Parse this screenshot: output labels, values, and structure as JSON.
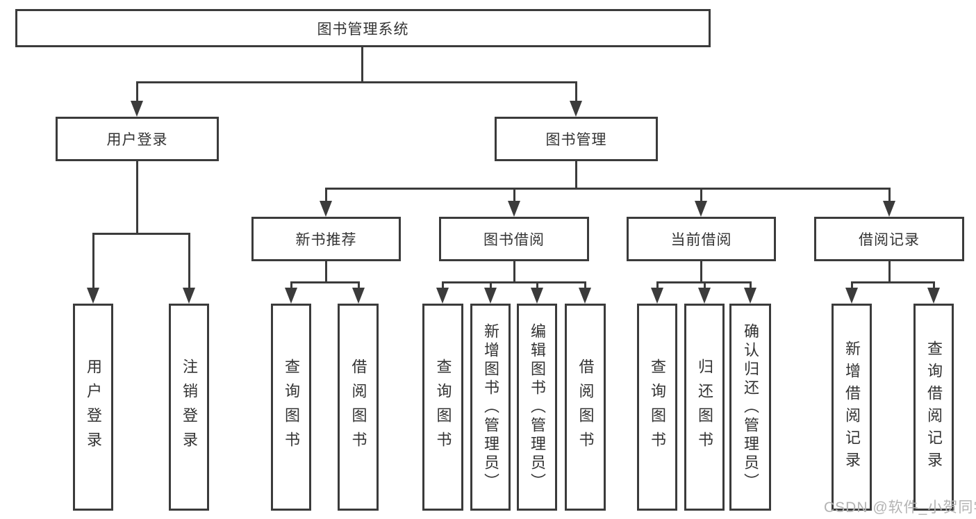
{
  "nodes": {
    "root": {
      "label": "图书管理系统"
    },
    "userLogin": {
      "label": "用户登录"
    },
    "bookMgmt": {
      "label": "图书管理"
    },
    "newBooks": {
      "label": "新书推荐"
    },
    "bookBorrow": {
      "label": "图书借阅"
    },
    "currentBorrow": {
      "label": "当前借阅"
    },
    "borrowRecords": {
      "label": "借阅记录"
    }
  },
  "leaves": [
    {
      "label": "用户登录"
    },
    {
      "label": "注销登录"
    },
    {
      "label": "查询图书"
    },
    {
      "label": "借阅图书"
    },
    {
      "label": "查询图书"
    },
    {
      "label": "新增图书（管理员）"
    },
    {
      "label": "编辑图书（管理员）"
    },
    {
      "label": "借阅图书"
    },
    {
      "label": "查询图书"
    },
    {
      "label": "归还图书"
    },
    {
      "label": "确认归还（管理员）"
    },
    {
      "label": "新增借阅记录"
    },
    {
      "label": "查询借阅记录"
    }
  ],
  "watermark": "CSDN @软件_小贺同学",
  "colors": {
    "line": "#3b3b3b",
    "text": "#333333",
    "watermark": "#b3b3b3",
    "background": "#ffffff"
  }
}
